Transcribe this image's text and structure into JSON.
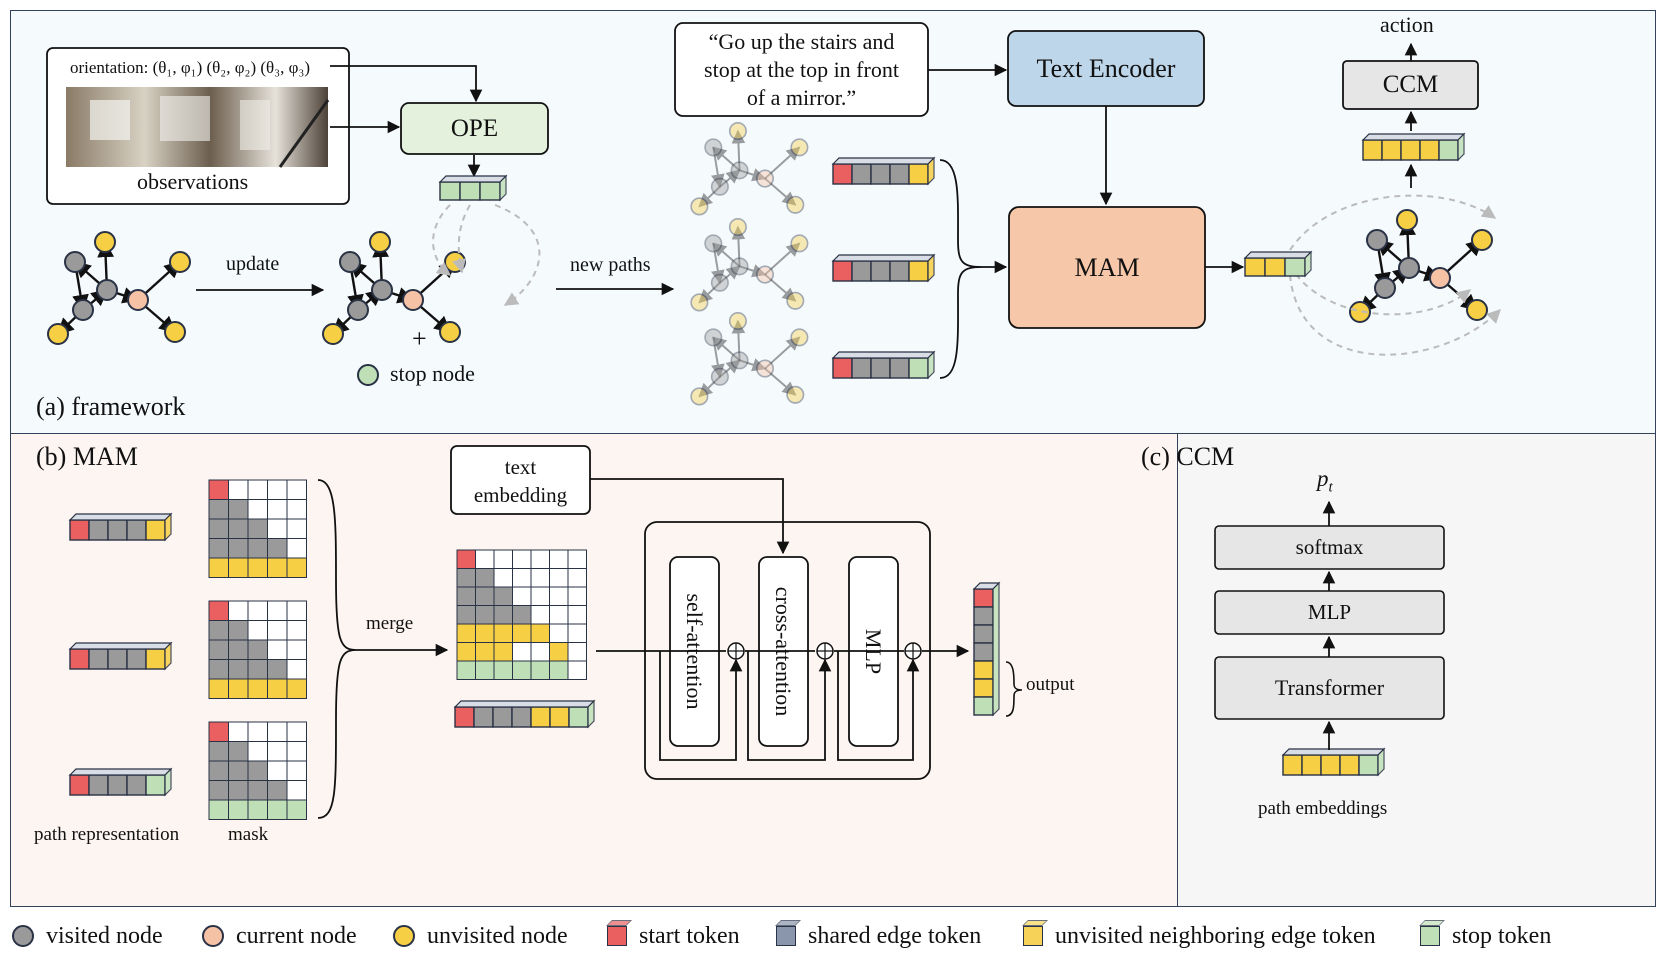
{
  "panel_a": {
    "label": "(a) framework",
    "orientation_label": "orientation: (θ₁, φ₁) (θ₂, φ₂) (θ₃, φ₃)",
    "observations_label": "observations",
    "ope_label": "OPE",
    "update_label": "update",
    "plus": "+",
    "stop_node_label": "stop node",
    "new_paths_label": "new paths",
    "instruction": [
      "“Go up the stairs and",
      "stop at the top in front",
      "of a mirror.”"
    ],
    "text_encoder_label": "Text Encoder",
    "mam_label": "MAM",
    "ccm_label": "CCM",
    "action_label": "action"
  },
  "panel_b": {
    "label": "(b) MAM",
    "path_representation_label": "path representation",
    "mask_label": "mask",
    "merge_label": "merge",
    "text_embedding": [
      "text",
      "embedding"
    ],
    "self_attention_label": "self-attention",
    "cross_attention_label": "cross-attention",
    "mlp_label": "MLP",
    "output_label": "output"
  },
  "panel_c": {
    "label": "(c) CCM",
    "pt_label": "p",
    "pt_sub": "t",
    "softmax_label": "softmax",
    "mlp_label": "MLP",
    "transformer_label": "Transformer",
    "path_embeddings_label": "path embeddings"
  },
  "legend": [
    {
      "label": "visited node",
      "kind": "dot",
      "color": "#9a9a9a"
    },
    {
      "label": "current node",
      "kind": "dot",
      "color": "#f5c2a6"
    },
    {
      "label": "unvisited node",
      "kind": "dot",
      "color": "#f6cf45"
    },
    {
      "label": "start token",
      "kind": "cube",
      "color": "#ea6060"
    },
    {
      "label": "shared edge token",
      "kind": "cube",
      "color": "#8a96ab"
    },
    {
      "label": "unvisited neighboring edge token",
      "kind": "cube",
      "color": "#f6d358"
    },
    {
      "label": "stop token",
      "kind": "cube",
      "color": "#bfe0b7"
    }
  ],
  "colors": {
    "start": "#ea6060",
    "shared": "#9a9a9a",
    "unvisited": "#f6cf45",
    "stop": "#bfe0b7",
    "current": "#f5c2a6",
    "ope_fill": "#e4f1dd",
    "text_encoder_fill": "#bed6ea",
    "mam_fill": "#f6c7a8",
    "ccm_fill": "#e6e6e6"
  }
}
